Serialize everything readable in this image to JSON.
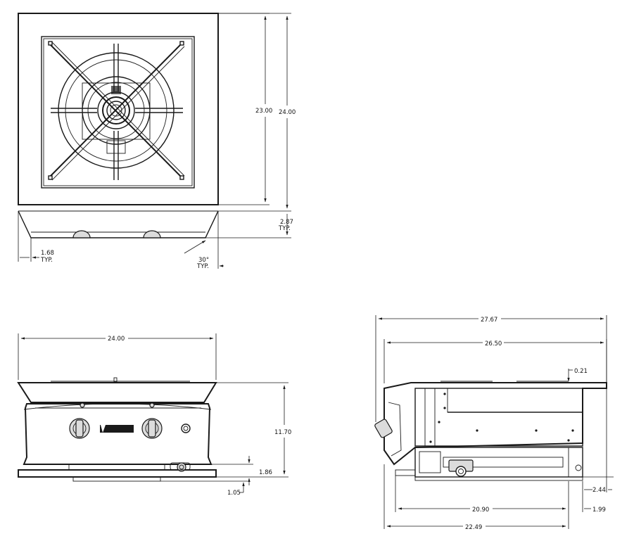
{
  "top_view": {
    "depth_inner": "23.00",
    "depth_outer": "24.00",
    "lip_height": "2.87",
    "lip_height_note": "TYP.",
    "flange_offset": "1.68",
    "flange_offset_note": "TYP.",
    "angle": "30°",
    "angle_note": "TYP."
  },
  "front_view": {
    "width": "24.00",
    "height": "11.70",
    "base_height": "1.86",
    "base_offset": "1.05",
    "brand_logo": "logo-badge"
  },
  "side_view": {
    "overall_depth": "27.67",
    "body_depth": "26.50",
    "lip": "0.21",
    "base_depth": "22.49",
    "inner_depth": "20.90",
    "rear_offset": "1.99",
    "rear_height": "2.44"
  },
  "icons": {
    "arrow": "arrowhead-icon",
    "burner": "burner-icon",
    "knob": "control-knob-icon",
    "valve": "gas-valve-icon"
  }
}
